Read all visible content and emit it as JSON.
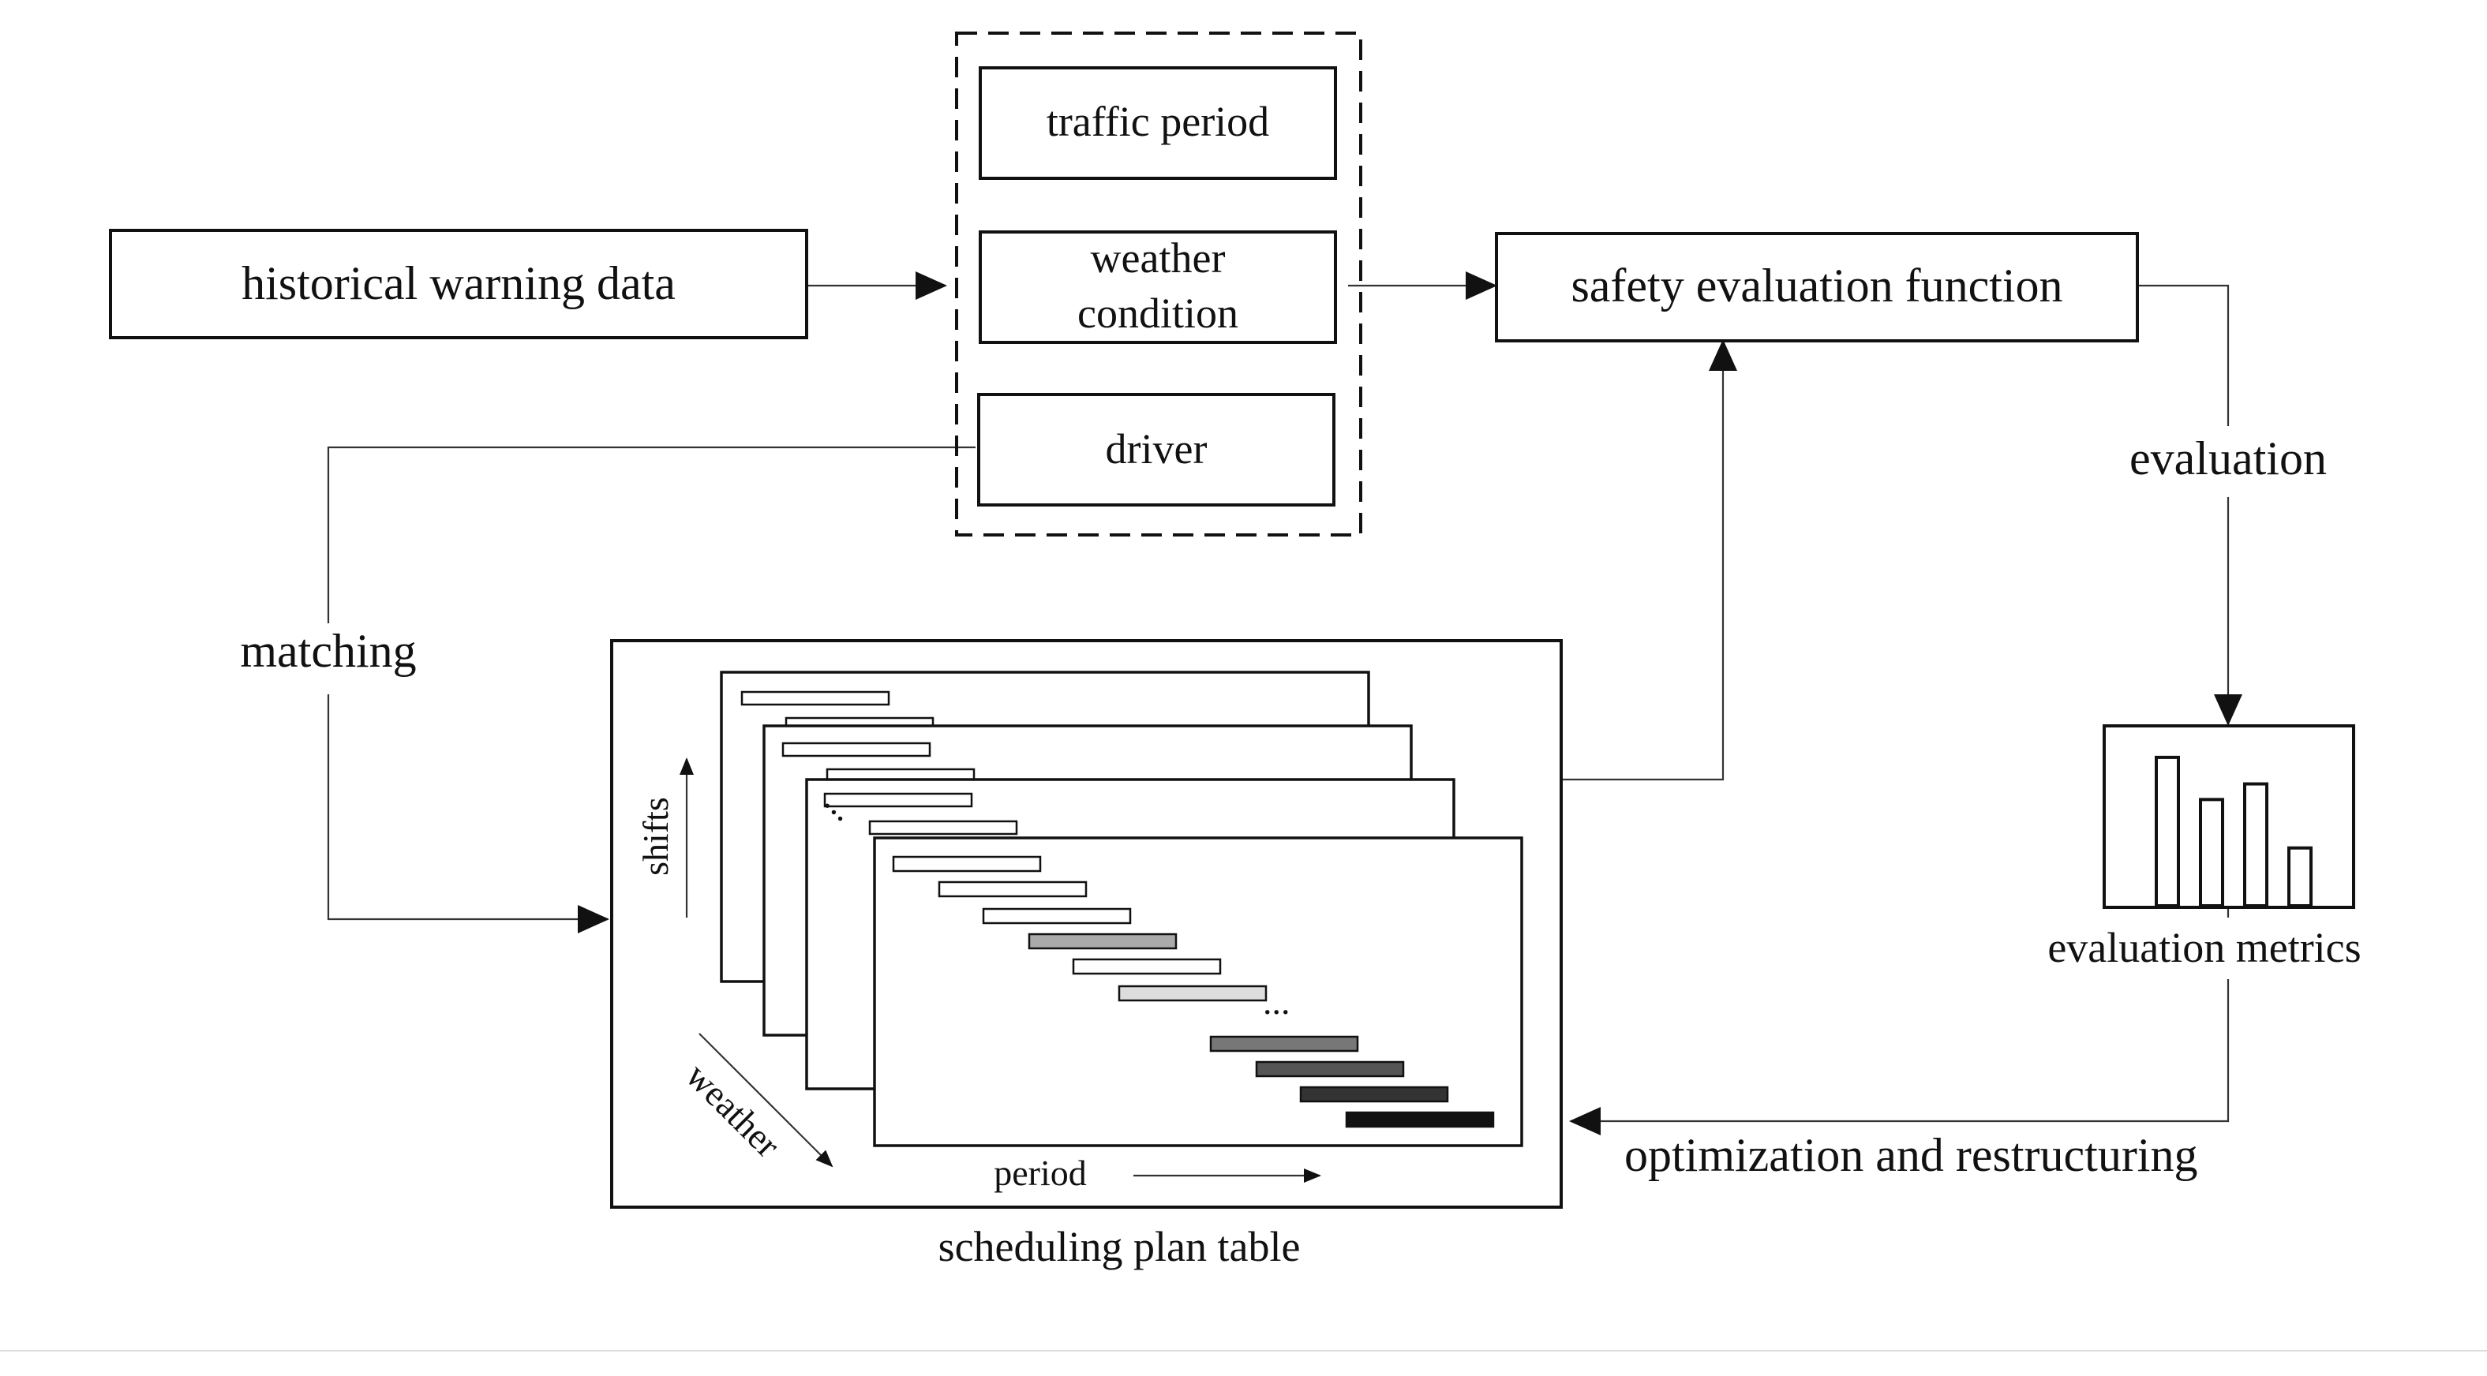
{
  "nodes": {
    "historical_warning_data": "historical warning data",
    "traffic_period": "traffic period",
    "weather_condition": [
      "weather",
      "condition"
    ],
    "driver": "driver",
    "safety_evaluation_function": "safety evaluation function",
    "evaluation_metrics": "evaluation metrics",
    "scheduling_plan_table": "scheduling plan table"
  },
  "edge_labels": {
    "evaluation": "evaluation",
    "matching": "matching",
    "optimization": "optimization and restructuring"
  },
  "table_axes": {
    "shifts": "shifts",
    "weather": "weather",
    "period": "period",
    "ellipsis": "..."
  },
  "metric_bars": [
    0.95,
    0.68,
    0.78,
    0.37
  ],
  "bar_fills": [
    "#ffffff",
    "#ffffff",
    "#ffffff",
    "#ffffff",
    "#aaaaaa",
    "#ffffff",
    "#dddddd",
    "#777777",
    "#555555",
    "#333333",
    "#111111"
  ],
  "colors": {
    "stroke": "#111111",
    "wire": "#333333"
  }
}
